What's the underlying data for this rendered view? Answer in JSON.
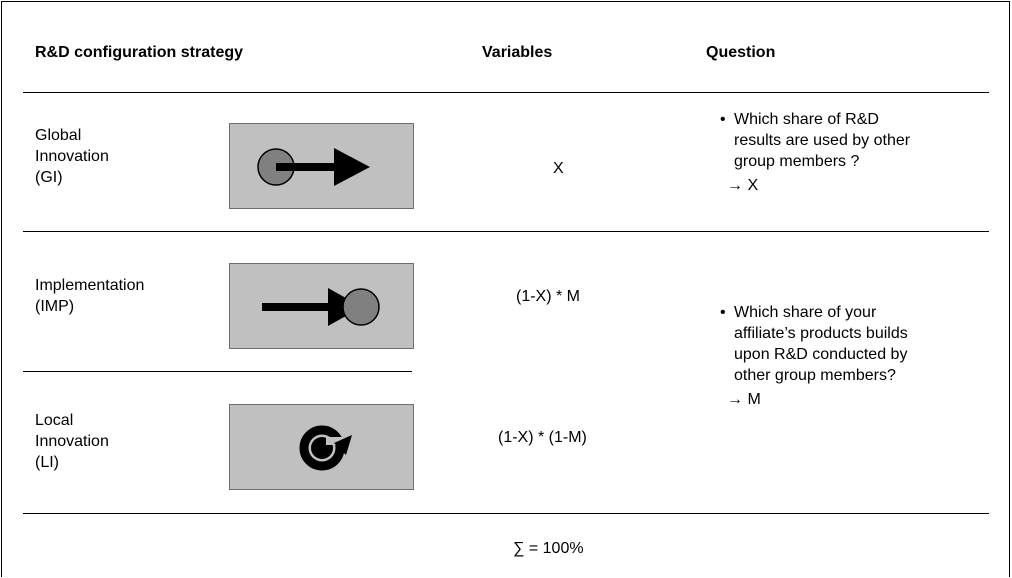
{
  "header": {
    "strategy": "R&D configuration strategy",
    "variables": "Variables",
    "question": "Question"
  },
  "rows": {
    "gi": {
      "name_lines": [
        "Global",
        "Innovation",
        "(GI)"
      ],
      "variable": "X",
      "icon": "circle-arrow-out-icon"
    },
    "imp": {
      "name_lines": [
        "Implementation",
        "(IMP)"
      ],
      "variable": "(1-X) * M",
      "icon": "arrow-into-circle-icon"
    },
    "li": {
      "name_lines": [
        "Local",
        "Innovation",
        "(LI)"
      ],
      "variable": "(1-X) * (1-M)",
      "icon": "circular-arrow-cycle-icon"
    }
  },
  "questions": {
    "q1": {
      "bullet": "•",
      "lines": [
        "Which share of R&D",
        "results are used by other",
        "group members ?"
      ],
      "answer": "→ X"
    },
    "q2": {
      "bullet": "•",
      "lines": [
        "Which share of your",
        "affiliate’s products builds",
        "upon R&D conducted by",
        "other group members?"
      ],
      "answer": "→ M"
    }
  },
  "total": "∑ = 100%",
  "colors": {
    "box_fill": "#c0c0c0",
    "circle_fill": "#808080",
    "box_border": "#6e6e6e"
  }
}
